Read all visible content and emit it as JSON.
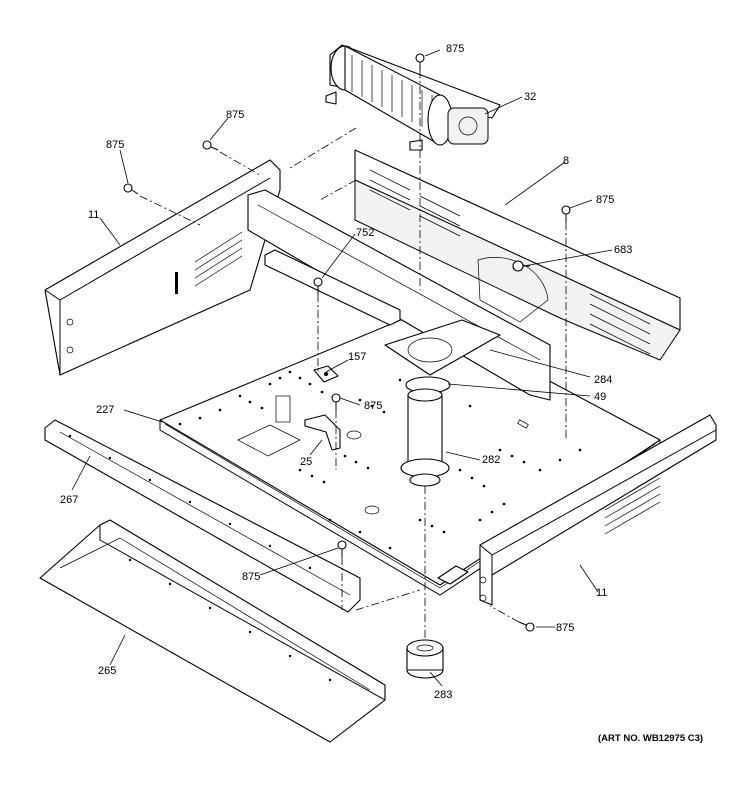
{
  "diagram": {
    "art_number": "(ART NO. WB12975 C3)",
    "callouts": [
      {
        "id": "c-875-top",
        "label": "875"
      },
      {
        "id": "c-32",
        "label": "32"
      },
      {
        "id": "c-875-upper-left",
        "label": "875"
      },
      {
        "id": "c-875-left",
        "label": "875"
      },
      {
        "id": "c-8",
        "label": "8"
      },
      {
        "id": "c-875-right",
        "label": "875"
      },
      {
        "id": "c-11-left",
        "label": "11"
      },
      {
        "id": "c-752",
        "label": "752"
      },
      {
        "id": "c-683",
        "label": "683"
      },
      {
        "id": "c-157",
        "label": "157"
      },
      {
        "id": "c-284",
        "label": "284"
      },
      {
        "id": "c-875-mid",
        "label": "875"
      },
      {
        "id": "c-49",
        "label": "49"
      },
      {
        "id": "c-227",
        "label": "227"
      },
      {
        "id": "c-25",
        "label": "25"
      },
      {
        "id": "c-282",
        "label": "282"
      },
      {
        "id": "c-267",
        "label": "267"
      },
      {
        "id": "c-875-lower",
        "label": "875"
      },
      {
        "id": "c-11-right",
        "label": "11"
      },
      {
        "id": "c-875-bottom-right",
        "label": "875"
      },
      {
        "id": "c-265",
        "label": "265"
      },
      {
        "id": "c-283",
        "label": "283"
      }
    ]
  }
}
